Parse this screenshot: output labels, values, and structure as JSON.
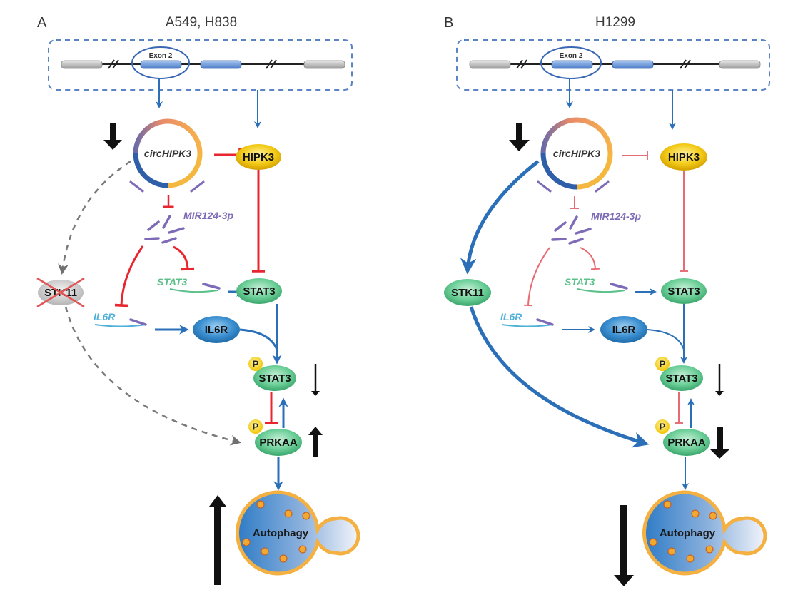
{
  "panels": [
    {
      "id": "A",
      "letter": "A",
      "title": "A549, H838",
      "exon_label": "Exon 2",
      "circ_label": "circHIPK3",
      "mir_label": "MIR124-3p",
      "hipk3_label": "HIPK3",
      "stat3_mrna_label": "STAT3",
      "il6r_mrna_label": "IL6R",
      "stk11_label": "STK11",
      "stk11_state": "inactivated (crossed out)",
      "stat3_label": "STAT3",
      "il6r_label": "IL6R",
      "pstat3_label": "STAT3",
      "prkaa_label": "PRKAA",
      "phospho_label": "P",
      "autophagy_label": "Autophagy",
      "regulation": {
        "circHIPK3": "down",
        "pSTAT3": "down",
        "PRKAA": "up",
        "autophagy": "up"
      }
    },
    {
      "id": "B",
      "letter": "B",
      "title": "H1299",
      "exon_label": "Exon 2",
      "circ_label": "circHIPK3",
      "mir_label": "MIR124-3p",
      "hipk3_label": "HIPK3",
      "stat3_mrna_label": "STAT3",
      "il6r_mrna_label": "IL6R",
      "stk11_label": "STK11",
      "stk11_state": "active",
      "stat3_label": "STAT3",
      "il6r_label": "IL6R",
      "pstat3_label": "STAT3",
      "prkaa_label": "PRKAA",
      "phospho_label": "P",
      "autophagy_label": "Autophagy",
      "regulation": {
        "circHIPK3": "down",
        "pSTAT3": "down",
        "PRKAA": "down",
        "autophagy": "down"
      }
    }
  ],
  "colors": {
    "activation": "#2a6fb8",
    "inhibition": "#e8262f",
    "inhibition_light": "#e86a72",
    "mirna": "#7e6bb8",
    "stat3_mrna": "#5cc08a",
    "il6r_mrna": "#4fb0d8",
    "dashed_gray": "#7a7a7a",
    "box_dash": "#5b84c4",
    "hipk3_fill": "#f2cb1a",
    "node_green": "#6fcf97",
    "node_blue": "#3b8fd0"
  }
}
